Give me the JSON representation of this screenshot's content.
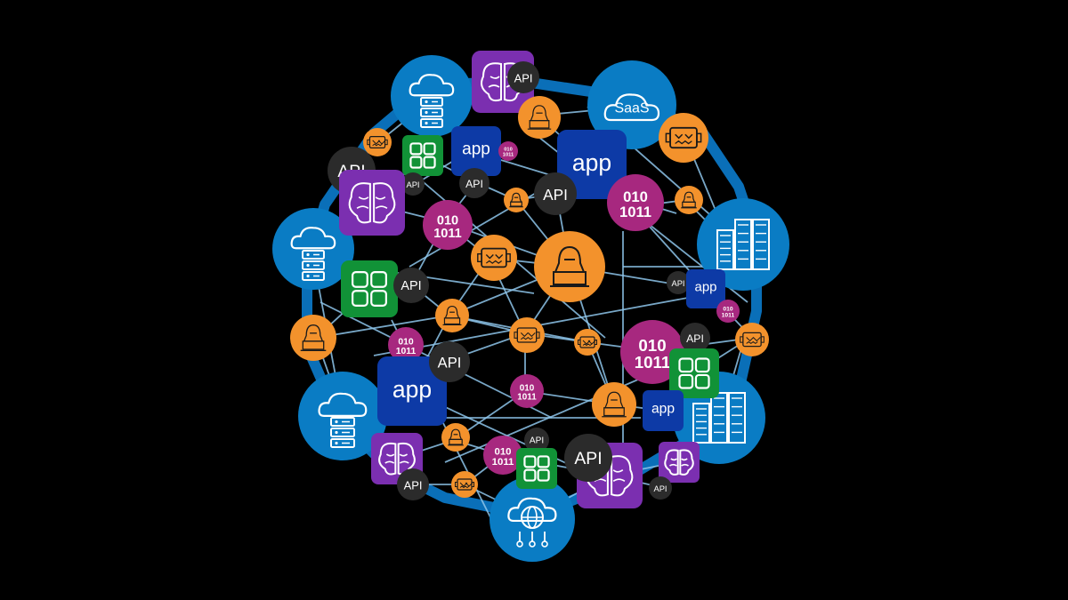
{
  "colors": {
    "background": "#000000",
    "cloud_blue": "#0a7cc4",
    "ring_blue": "#0a6fb8",
    "link": "#8ec5ea",
    "orange": "#f3922c",
    "magenta": "#a7287f",
    "purple": "#7b2fb0",
    "green": "#119237",
    "app_blue": "#0d3aa6",
    "api_gray": "#2b2b2b"
  },
  "labels": {
    "api": "API",
    "app": "app",
    "saas": "SaaS",
    "binary_top": "010",
    "binary_bottom": "1011"
  },
  "icons": [
    "cloud-server-icon",
    "saas-cloud-icon",
    "server-rack-icon",
    "cloud-globe-icon",
    "ai-brain-icon",
    "app-grid-icon",
    "hacker-icon",
    "malware-bot-icon",
    "binary-code-icon",
    "api-badge",
    "app-badge"
  ]
}
